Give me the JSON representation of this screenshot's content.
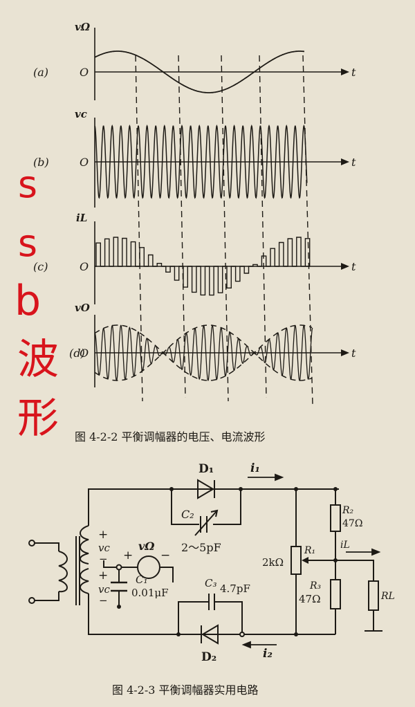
{
  "waveforms": {
    "panels": [
      {
        "label": "(a)",
        "signal": "vΩ"
      },
      {
        "label": "(b)",
        "signal": "vc"
      },
      {
        "label": "(c)",
        "signal": "iL"
      },
      {
        "label": "(d)",
        "signal": "vO"
      }
    ],
    "origin": "O",
    "time_axis": "t",
    "caption": "图 4-2-2   平衡调幅器的电压、电流波形"
  },
  "annotation": {
    "chars": [
      "s",
      "s",
      "b",
      "波",
      "形"
    ],
    "color": "#d8141c"
  },
  "circuit": {
    "D1": "D₁",
    "D2": "D₂",
    "C1_name": "C₁",
    "C1_value": "0.01μF",
    "C2_name": "C₂",
    "C2_value": "2～5pF",
    "C3_name": "C₃",
    "C3_value": "4.7pF",
    "R1_name": "R₁",
    "R1_value": "2kΩ",
    "R2_name": "R₂",
    "R2_value": "47Ω",
    "R3_name": "R₃",
    "R3_value": "47Ω",
    "RL_name": "RL",
    "i1": "i₁",
    "i2": "i₂",
    "iL": "iL",
    "vc_top": "vc",
    "vc_bottom": "vc",
    "vOmega": "vΩ",
    "plus": "+",
    "minus": "−",
    "caption": "图 4-2-3   平衡调幅器实用电路"
  }
}
